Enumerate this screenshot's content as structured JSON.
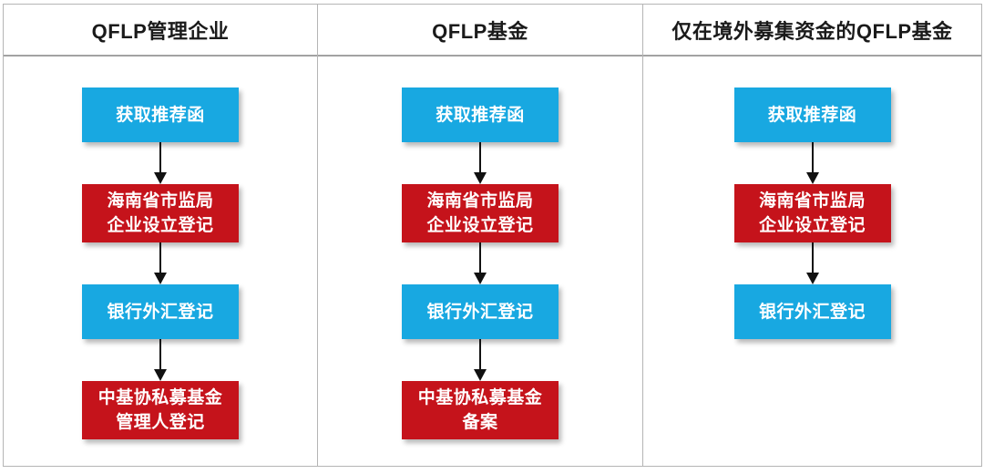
{
  "colors": {
    "blue": "#18A8E1",
    "red": "#C5131B",
    "line": "#b5b5b5",
    "arrow": "#111111"
  },
  "columns": [
    {
      "header": "QFLP管理企业",
      "steps": [
        {
          "color": "blue",
          "lines": [
            "获取推荐函"
          ]
        },
        {
          "color": "red",
          "lines": [
            "海南省市监局",
            "企业设立登记"
          ]
        },
        {
          "color": "blue",
          "lines": [
            "银行外汇登记"
          ]
        },
        {
          "color": "red",
          "lines": [
            "中基协私募基金",
            "管理人登记"
          ]
        }
      ]
    },
    {
      "header": "QFLP基金",
      "steps": [
        {
          "color": "blue",
          "lines": [
            "获取推荐函"
          ]
        },
        {
          "color": "red",
          "lines": [
            "海南省市监局",
            "企业设立登记"
          ]
        },
        {
          "color": "blue",
          "lines": [
            "银行外汇登记"
          ]
        },
        {
          "color": "red",
          "lines": [
            "中基协私募基金",
            "备案"
          ]
        }
      ]
    },
    {
      "header": "仅在境外募集资金的QFLP基金",
      "steps": [
        {
          "color": "blue",
          "lines": [
            "获取推荐函"
          ]
        },
        {
          "color": "red",
          "lines": [
            "海南省市监局",
            "企业设立登记"
          ]
        },
        {
          "color": "blue",
          "lines": [
            "银行外汇登记"
          ]
        }
      ]
    }
  ]
}
